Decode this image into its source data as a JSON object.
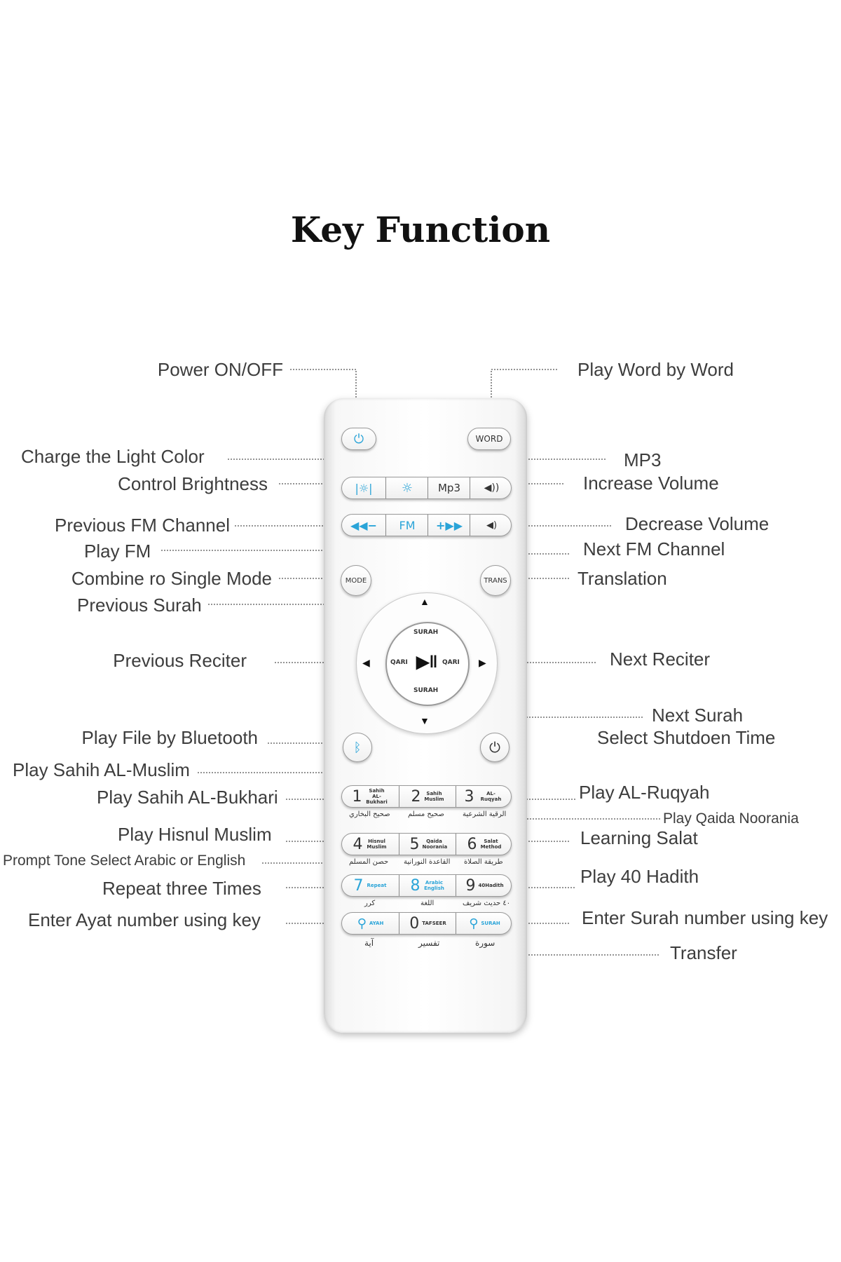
{
  "title": "Key Function",
  "labels": {
    "power": "Power ON/OFF",
    "word": "Play Word by Word",
    "light_color": "Charge the Light Color",
    "brightness": "Control Brightness",
    "mp3": "MP3",
    "vol_up": "Increase Volume",
    "prev_fm": "Previous FM Channel",
    "vol_down": "Decrease Volume",
    "play_fm": "Play FM",
    "next_fm": "Next FM Channel",
    "mode": "Combine ro Single Mode",
    "translation": "Translation",
    "prev_surah": "Previous Surah",
    "prev_reciter": "Previous Reciter",
    "next_reciter": "Next Reciter",
    "next_surah": "Next Surah",
    "bluetooth": "Play File by Bluetooth",
    "shutdown": "Select Shutdoen Time",
    "muslim": "Play Sahih AL-Muslim",
    "bukhari": "Play Sahih AL-Bukhari",
    "ruqyah": "Play AL-Ruqyah",
    "qaida": "Play Qaida Noorania",
    "hisnul": "Play Hisnul Muslim",
    "salat": "Learning Salat",
    "prompt": "Prompt Tone Select Arabic or English",
    "hadith": "Play 40 Hadith",
    "repeat": "Repeat three Times",
    "ayat": "Enter Ayat number using key",
    "surah_num": "Enter Surah number using key",
    "transfer": "Transfer"
  },
  "remote": {
    "word": "WORD",
    "mp3": "Mp3",
    "fm": "FM",
    "mode": "MODE",
    "trans": "TRANS",
    "surah": "SURAH",
    "qari": "QARI",
    "keys": [
      {
        "num": "1",
        "sub": "Sahih AL-Bukhari",
        "ar": "صحيح البخاري"
      },
      {
        "num": "2",
        "sub": "Sahih Muslim",
        "ar": "صحيح مسلم"
      },
      {
        "num": "3",
        "sub": "AL-Ruqyah",
        "ar": "الرقية الشرعية"
      },
      {
        "num": "4",
        "sub": "Hisnul Muslim",
        "ar": "حصن المسلم"
      },
      {
        "num": "5",
        "sub": "Qaida Noorania",
        "ar": "القاعدة النورانية"
      },
      {
        "num": "6",
        "sub": "Salat Method",
        "ar": "طريقة الصلاة"
      },
      {
        "num": "7",
        "sub": "Repeat",
        "ar": "كرر"
      },
      {
        "num": "8",
        "sub": "Arabic English",
        "ar": "اللغة"
      },
      {
        "num": "9",
        "sub": "40Hadith",
        "ar": "٤٠ حديث شريف"
      },
      {
        "num": "",
        "sub": "AYAH",
        "ar": "آية"
      },
      {
        "num": "0",
        "sub": "TAFSEER",
        "ar": "تفسير"
      },
      {
        "num": "",
        "sub": "SURAH",
        "ar": "سورة"
      }
    ]
  },
  "icons": [
    "power-icon",
    "bulb-icon",
    "speaker-icon",
    "rewind-icon",
    "forward-icon",
    "play-pause-icon",
    "bluetooth-icon",
    "search-icon"
  ],
  "colors": {
    "accent": "#2aa4d8",
    "text": "#3d3d3d"
  }
}
